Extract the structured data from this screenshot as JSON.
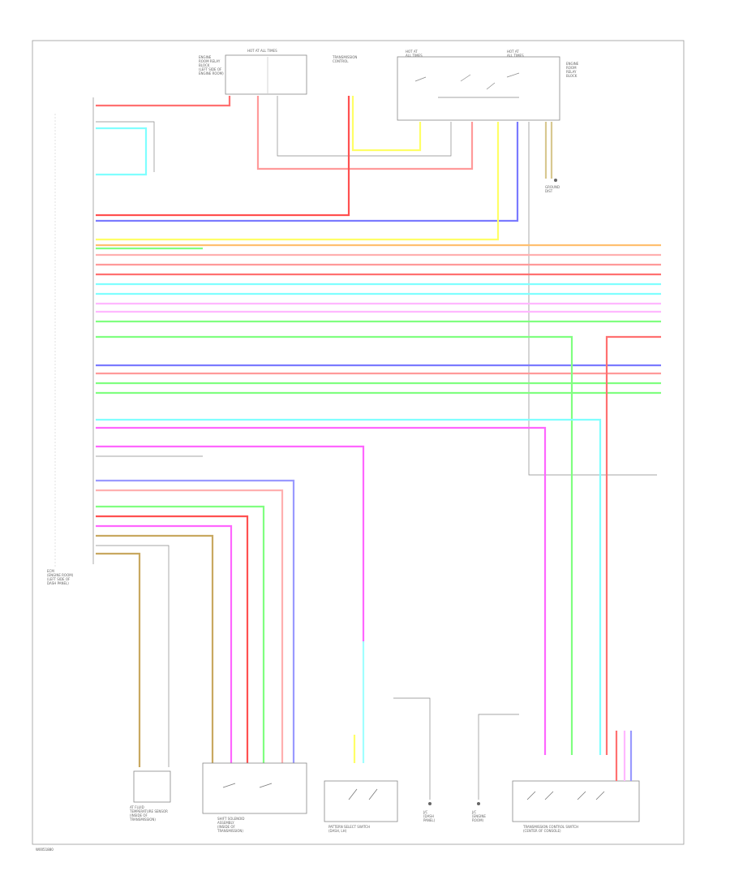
{
  "diagram": {
    "footer_code": "W0051880",
    "ecm_label": [
      "ECM",
      "(ENGINE ROOM)",
      "(LEFT SIDE OF",
      "DASH PANEL)"
    ],
    "top_components": {
      "fuse_block_a": [
        "ENGINE",
        "ROOM RELAY",
        "BLOCK",
        "(LEFT SIDE OF",
        "ENGINE ROOM)"
      ],
      "ignition_hot": "HOT AT ALL TIMES",
      "fuse_block_b": [
        "HOT AT",
        "ALL TIMES"
      ],
      "fuse_block_c": [
        "HOT AT",
        "ALL TIMES"
      ],
      "transmission_control": [
        "TRANSMISSION",
        "CONTROL"
      ],
      "right_label": [
        "ENGINE",
        "ROOM",
        "RELAY",
        "BLOCK"
      ],
      "ground": [
        "GROUND",
        "DIST"
      ]
    },
    "bottom_components": {
      "sensor": [
        "AT FLUID",
        "TEMPERATURE SENSOR",
        "(INSIDE OF",
        "TRANSMISSION)"
      ],
      "shift_solenoid": [
        "SHIFT SOLENOID",
        "ASSEMBLY",
        "(INSIDE OF",
        "TRANSMISSION)"
      ],
      "select_switch": [
        "PATTERN SELECT SWITCH",
        "(DASH, LH)"
      ],
      "connector_a": [
        "J/C",
        "(DASH",
        "PANEL)"
      ],
      "connector_b": [
        "J/C",
        "(ENGINE",
        "ROOM)"
      ],
      "range_switch": [
        "TRANSMISSION CONTROL SWITCH",
        "(CENTER OF CONSOLE)"
      ]
    },
    "wire_colors": {
      "red": "#ff6b6b",
      "pink": "#ff9a9a",
      "light_red": "#ffb0b0",
      "blue": "#7a7aff",
      "yellow": "#ffff66",
      "orange": "#ffc070",
      "cyan": "#80ffff",
      "magenta": "#ff66ff",
      "light_magenta": "#ffb8ff",
      "green": "#80ff80",
      "tan": "#d8c890",
      "gray": "#999999"
    }
  }
}
